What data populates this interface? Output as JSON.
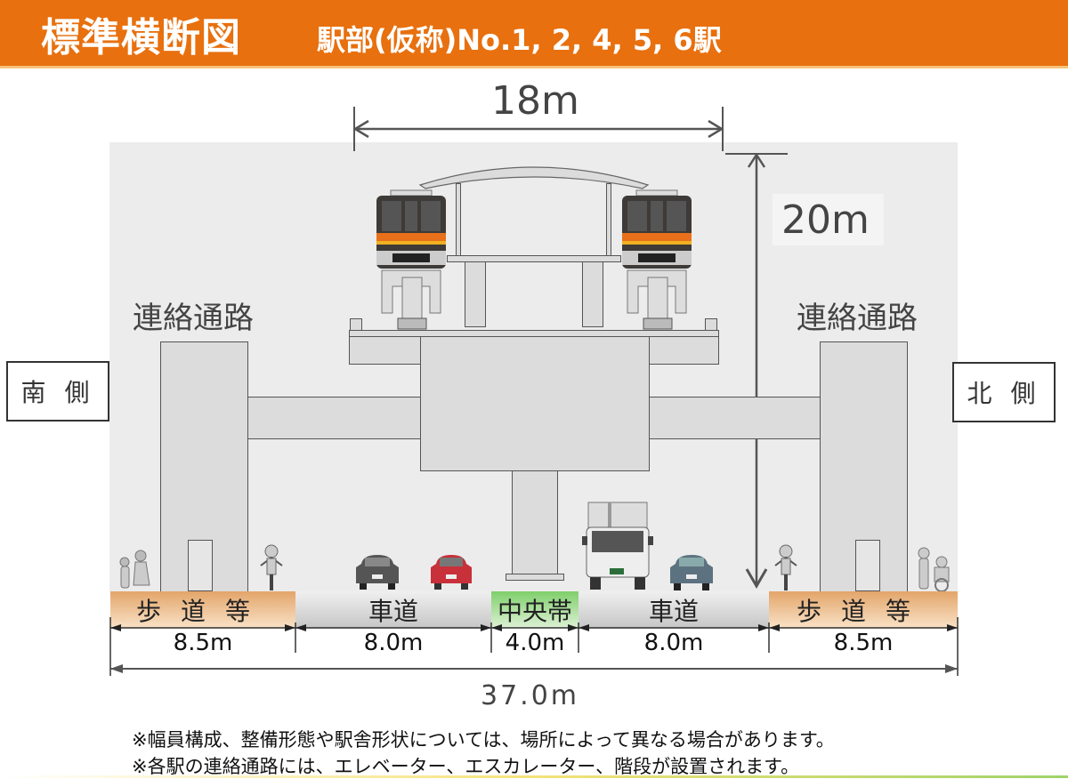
{
  "header": {
    "title": "標準横断図",
    "subtitle": "駅部(仮称)No.1, 2, 4, 5, 6駅",
    "bg_color": "#e8700e"
  },
  "diagram": {
    "top_width_label": "18m",
    "height_label": "20m",
    "left_connector_label": "連絡通路",
    "right_connector_label": "連絡通路",
    "south_side_label": "南 側",
    "north_side_label": "北 側",
    "segments": [
      {
        "name": "歩道等",
        "width": "8.5m",
        "type": "sidewalk",
        "color": "#e3a56a"
      },
      {
        "name": "車道",
        "width": "8.0m",
        "type": "road",
        "color": "#c6c6c6"
      },
      {
        "name": "中央帯",
        "width": "4.0m",
        "type": "median",
        "color": "#7fcf6b"
      },
      {
        "name": "車道",
        "width": "8.0m",
        "type": "road",
        "color": "#c6c6c6"
      },
      {
        "name": "歩道等",
        "width": "8.5m",
        "type": "sidewalk",
        "color": "#e3a56a"
      }
    ],
    "total_width_label": "37.0m",
    "vehicles": [
      "pedestrians-icon",
      "bicycle-icon",
      "gray-car-icon",
      "red-car-icon",
      "truck-icon",
      "blue-car-icon",
      "bicycle-icon",
      "wheelchair-icon"
    ],
    "train_color_stripe": "#e8701a"
  },
  "notes": [
    "※幅員構成、整備形態や駅舎形状については、場所によって異なる場合があります。",
    "※各駅の連絡通路には、エレベーター、エスカレーター、階段が設置されます。"
  ]
}
